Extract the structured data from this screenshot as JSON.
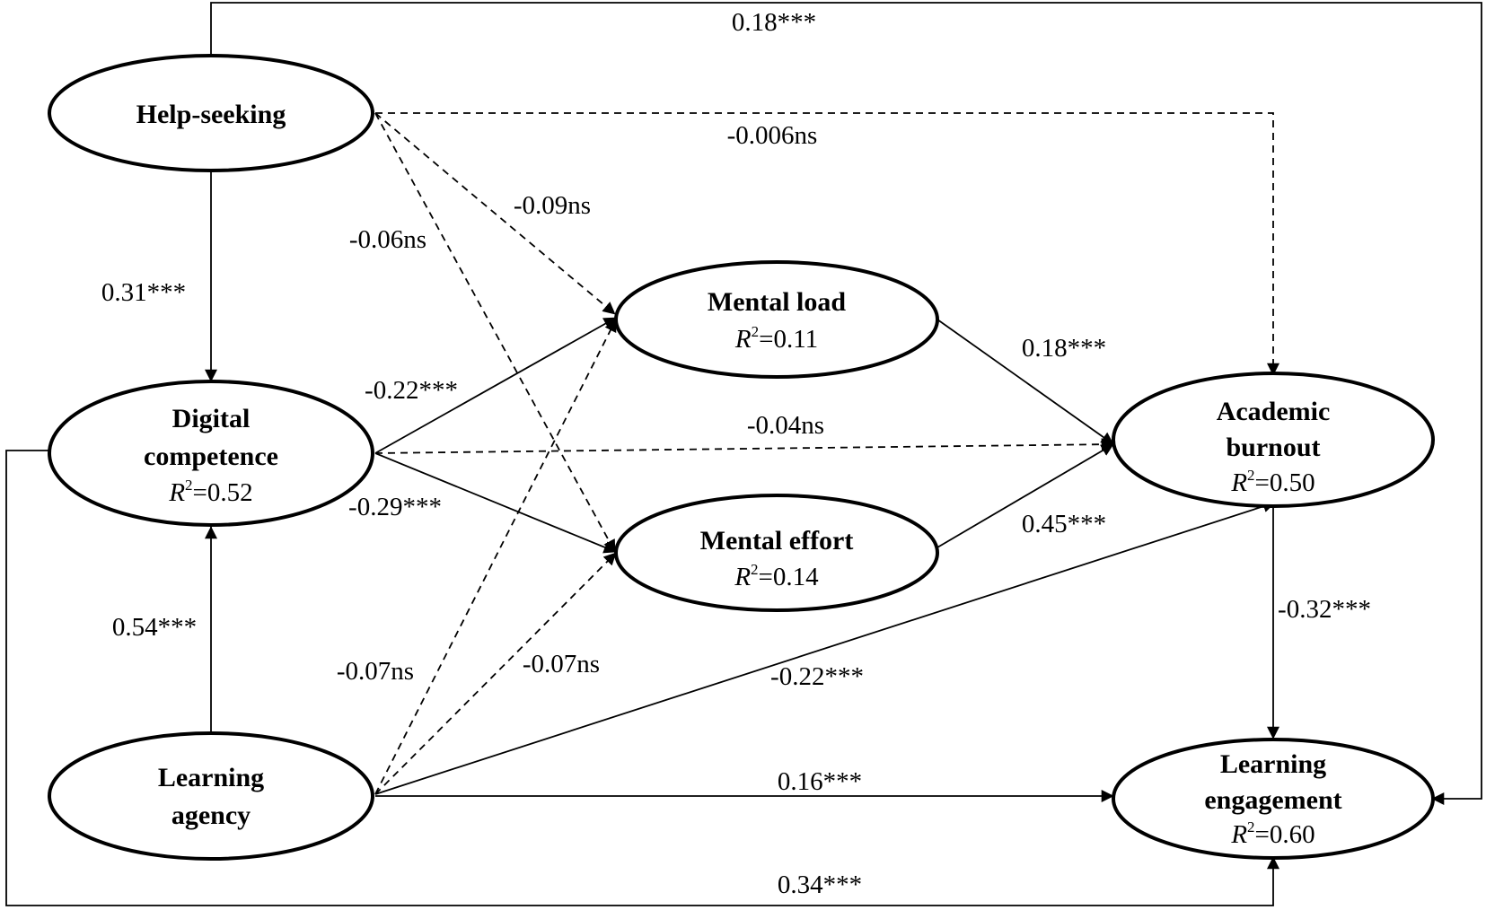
{
  "nodes": {
    "help_seeking": {
      "lines": [
        "Help-seeking"
      ],
      "r2": null
    },
    "digital_competence": {
      "lines": [
        "Digital",
        "competence"
      ],
      "r2": "0.52"
    },
    "learning_agency": {
      "lines": [
        "Learning",
        "agency"
      ],
      "r2": null
    },
    "mental_load": {
      "lines": [
        "Mental load"
      ],
      "r2": "0.11"
    },
    "mental_effort": {
      "lines": [
        "Mental effort"
      ],
      "r2": "0.14"
    },
    "academic_burnout": {
      "lines": [
        "Academic",
        "burnout"
      ],
      "r2": "0.50"
    },
    "learning_engagement": {
      "lines": [
        "Learning",
        "engagement"
      ],
      "r2": "0.60"
    }
  },
  "r2_label": "R",
  "r2_sup": "2",
  "paths": [
    {
      "id": "hs-le",
      "from": "Help-seeking",
      "to": "Learning engagement",
      "coefficient": "0.18***",
      "significant": true
    },
    {
      "id": "hs-ab",
      "from": "Help-seeking",
      "to": "Academic burnout",
      "coefficient": "-0.006ns",
      "significant": false
    },
    {
      "id": "hs-ml",
      "from": "Help-seeking",
      "to": "Mental load",
      "coefficient": "-0.09ns",
      "significant": false
    },
    {
      "id": "hs-me",
      "from": "Help-seeking",
      "to": "Mental effort",
      "coefficient": "-0.06ns",
      "significant": false
    },
    {
      "id": "hs-dc",
      "from": "Help-seeking",
      "to": "Digital competence",
      "coefficient": "0.31***",
      "significant": true
    },
    {
      "id": "dc-ml",
      "from": "Digital competence",
      "to": "Mental load",
      "coefficient": "-0.22***",
      "significant": true
    },
    {
      "id": "dc-ab",
      "from": "Digital competence",
      "to": "Academic burnout",
      "coefficient": "-0.04ns",
      "significant": false
    },
    {
      "id": "dc-me",
      "from": "Digital competence",
      "to": "Mental effort",
      "coefficient": "-0.29***",
      "significant": true
    },
    {
      "id": "ml-ab",
      "from": "Mental load",
      "to": "Academic burnout",
      "coefficient": "0.18***",
      "significant": true
    },
    {
      "id": "me-ab",
      "from": "Mental effort",
      "to": "Academic burnout",
      "coefficient": "0.45***",
      "significant": true
    },
    {
      "id": "ab-le",
      "from": "Academic burnout",
      "to": "Learning engagement",
      "coefficient": "-0.32***",
      "significant": true
    },
    {
      "id": "la-dc",
      "from": "Learning agency",
      "to": "Digital competence",
      "coefficient": "0.54***",
      "significant": true
    },
    {
      "id": "la-ml",
      "from": "Learning agency",
      "to": "Mental load",
      "coefficient": "-0.07ns",
      "significant": false
    },
    {
      "id": "la-me",
      "from": "Learning agency",
      "to": "Mental effort",
      "coefficient": "-0.07ns",
      "significant": false
    },
    {
      "id": "la-ab",
      "from": "Learning agency",
      "to": "Academic burnout",
      "coefficient": "-0.22***",
      "significant": true
    },
    {
      "id": "la-le",
      "from": "Learning agency",
      "to": "Learning engagement",
      "coefficient": "0.16***",
      "significant": true
    },
    {
      "id": "dc-le",
      "from": "Digital competence",
      "to": "Learning engagement",
      "coefficient": "0.34***",
      "significant": true
    }
  ]
}
